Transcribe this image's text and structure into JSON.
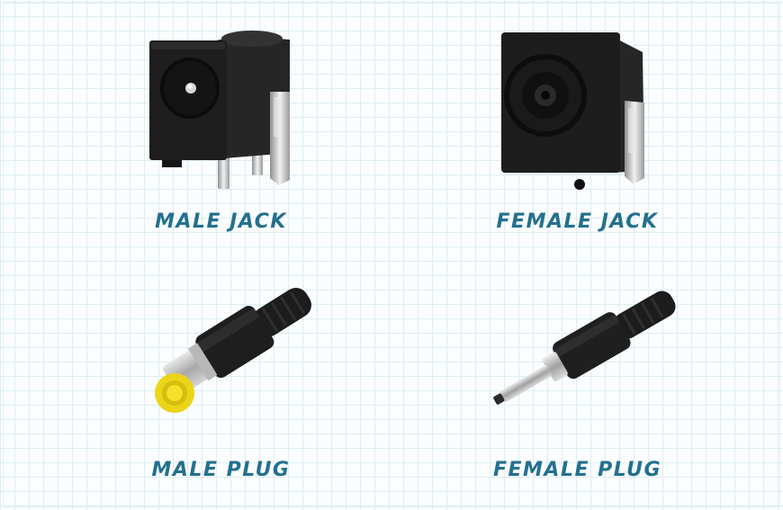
{
  "items": [
    {
      "label": "MALE JACK",
      "icon": "male-dc-jack"
    },
    {
      "label": "FEMALE JACK",
      "icon": "female-dc-jack"
    },
    {
      "label": "MALE PLUG",
      "icon": "male-dc-plug"
    },
    {
      "label": "FEMALE PLUG",
      "icon": "female-dc-plug"
    }
  ],
  "colors": {
    "label": "#24708f",
    "grid": "#dcedf3",
    "background": "#fbfdfe",
    "connector_body": "#1f1f1f",
    "metal_pin": "#c9c9c9",
    "plug_tip_yellow": "#f2dd18"
  }
}
